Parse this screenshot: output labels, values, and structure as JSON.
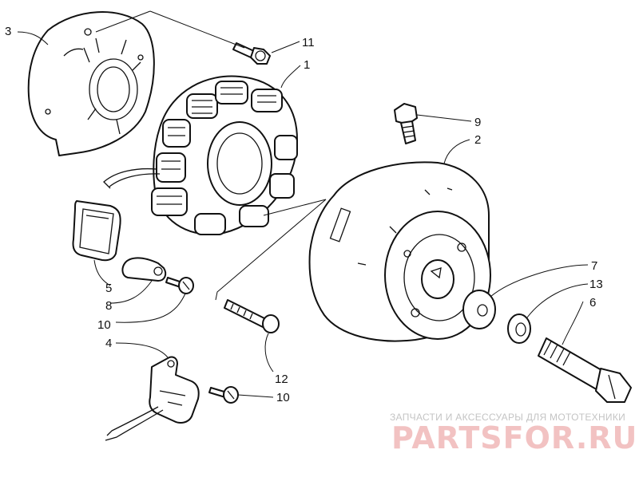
{
  "callouts": {
    "c1": "1",
    "c2": "2",
    "c3": "3",
    "c4": "4",
    "c5": "5",
    "c6": "6",
    "c7": "7",
    "c8": "8",
    "c9": "9",
    "c10a": "10",
    "c10b": "10",
    "c11": "11",
    "c12": "12",
    "c13": "13"
  },
  "watermark": {
    "tagline": "ЗАПЧАСТИ И АКСЕССУАРЫ ДЛЯ МОТОТЕХНИКИ",
    "logo": "PARTSFOR.RU"
  },
  "colors": {
    "line": "#111111",
    "watermark_text": "#c4c4c4",
    "watermark_logo": "#f2c2c2"
  }
}
